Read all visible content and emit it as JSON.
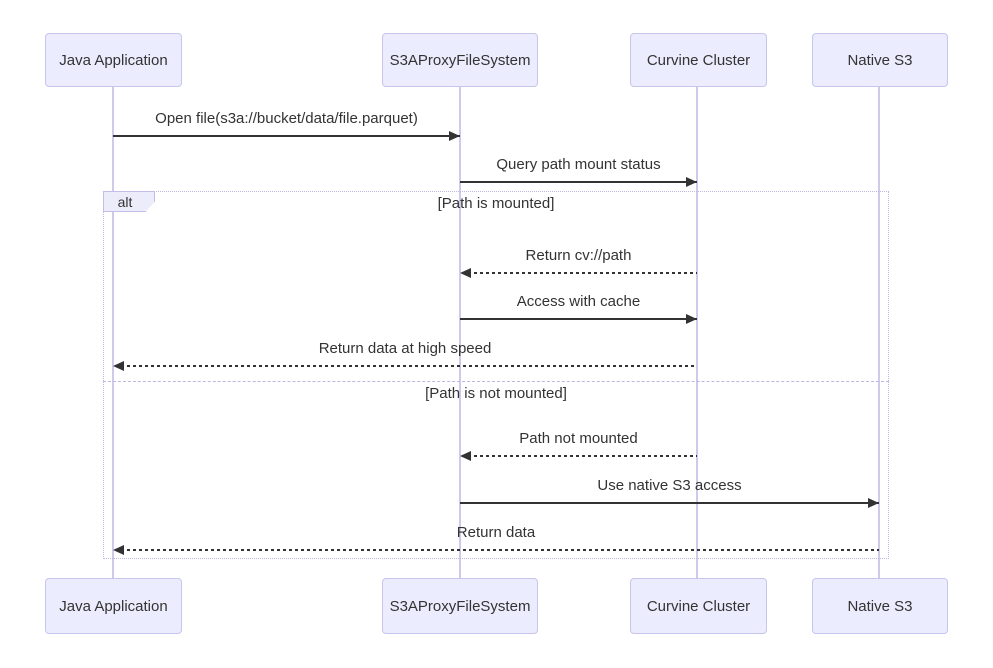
{
  "diagram": {
    "type": "sequence-diagram",
    "participants": [
      {
        "id": "java-application",
        "label": "Java Application"
      },
      {
        "id": "s3a-proxy-filesystem",
        "label": "S3AProxyFileSystem"
      },
      {
        "id": "curvine-cluster",
        "label": "Curvine Cluster"
      },
      {
        "id": "native-s3",
        "label": "Native S3"
      }
    ],
    "messages": [
      {
        "from": "Java Application",
        "to": "S3AProxyFileSystem",
        "text": "Open file(s3a://bucket/data/file.parquet)",
        "line": "solid",
        "direction": "right"
      },
      {
        "from": "S3AProxyFileSystem",
        "to": "Curvine Cluster",
        "text": "Query path mount status",
        "line": "solid",
        "direction": "right"
      },
      {
        "from": "Curvine Cluster",
        "to": "S3AProxyFileSystem",
        "text": "Return cv://path",
        "line": "dashed",
        "direction": "left"
      },
      {
        "from": "S3AProxyFileSystem",
        "to": "Curvine Cluster",
        "text": "Access with cache",
        "line": "solid",
        "direction": "right"
      },
      {
        "from": "Curvine Cluster",
        "to": "Java Application",
        "text": "Return data at high speed",
        "line": "dashed",
        "direction": "left"
      },
      {
        "from": "Curvine Cluster",
        "to": "S3AProxyFileSystem",
        "text": "Path not mounted",
        "line": "dashed",
        "direction": "left"
      },
      {
        "from": "S3AProxyFileSystem",
        "to": "Native S3",
        "text": "Use native S3 access",
        "line": "solid",
        "direction": "right"
      },
      {
        "from": "Native S3",
        "to": "Java Application",
        "text": "Return data",
        "line": "dashed",
        "direction": "left"
      }
    ],
    "alt_frame": {
      "label": "alt",
      "conditions": [
        "[Path is mounted]",
        "[Path is not mounted]"
      ]
    },
    "colors": {
      "background": "#FFFFFF",
      "actor_fill": "#ECECFF",
      "actor_border": "#C8C5EC",
      "lifeline": "#CFCAEC",
      "frame_border": "#BDB7E4",
      "message_color": "#333333"
    }
  }
}
